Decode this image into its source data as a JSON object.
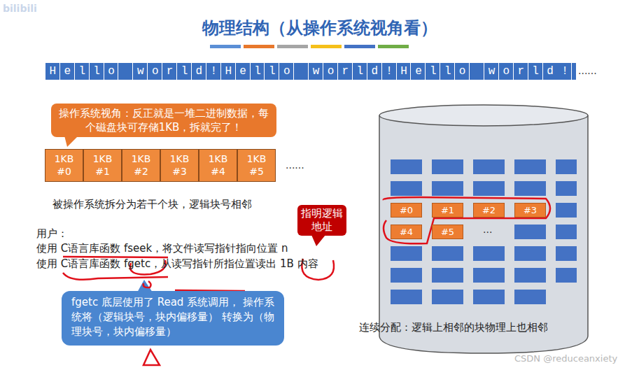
{
  "diagram": {
    "title": "物理结构（从操作系统视角看）",
    "nodes": [
      {
        "text": [
          "Hello world!Hello world!Hello world!"
        ]
      },
      {
        "text": [
          "操作系统视角：反正就是一堆二进制数据，每个磁盘块可存储1KB，拆就完了！"
        ]
      },
      {
        "text": [
          "1KB",
          "#0"
        ]
      },
      {
        "text": [
          "1KB",
          "#1"
        ]
      },
      {
        "text": [
          "1KB",
          "#2"
        ]
      },
      {
        "text": [
          "1KB",
          "#3"
        ]
      },
      {
        "text": [
          "1KB",
          "#4"
        ]
      },
      {
        "text": [
          "1KB",
          "#5"
        ]
      },
      {
        "text": [
          "指明逻辑地址"
        ]
      },
      {
        "text": [
          "fgetc 底层使用了 Read 系统调用， 操作系统将（逻辑块号，块内偏移量） 转换为（物理块号，块内偏移量）"
        ]
      },
      {
        "text": [
          "#0"
        ]
      },
      {
        "text": [
          "#1"
        ]
      },
      {
        "text": [
          "#2"
        ]
      },
      {
        "text": [
          "#3"
        ]
      },
      {
        "text": [
          "#4"
        ]
      },
      {
        "text": [
          "#5"
        ]
      }
    ],
    "edges": [],
    "labels": [
      "bilibili",
      "......",
      "......",
      "被操作系统拆分为若干个块，逻辑块号相邻",
      "用户：",
      "使用 C语言库函数 fseek，将文件读写指针指向位置 n",
      "使用 C语言库函数 fgetc，从读写指针所指位置读出 1B 内容",
      "...",
      "连续分配：逻辑上相邻的块物理上也相邻",
      "CSDN @reduceanxiety"
    ]
  }
}
